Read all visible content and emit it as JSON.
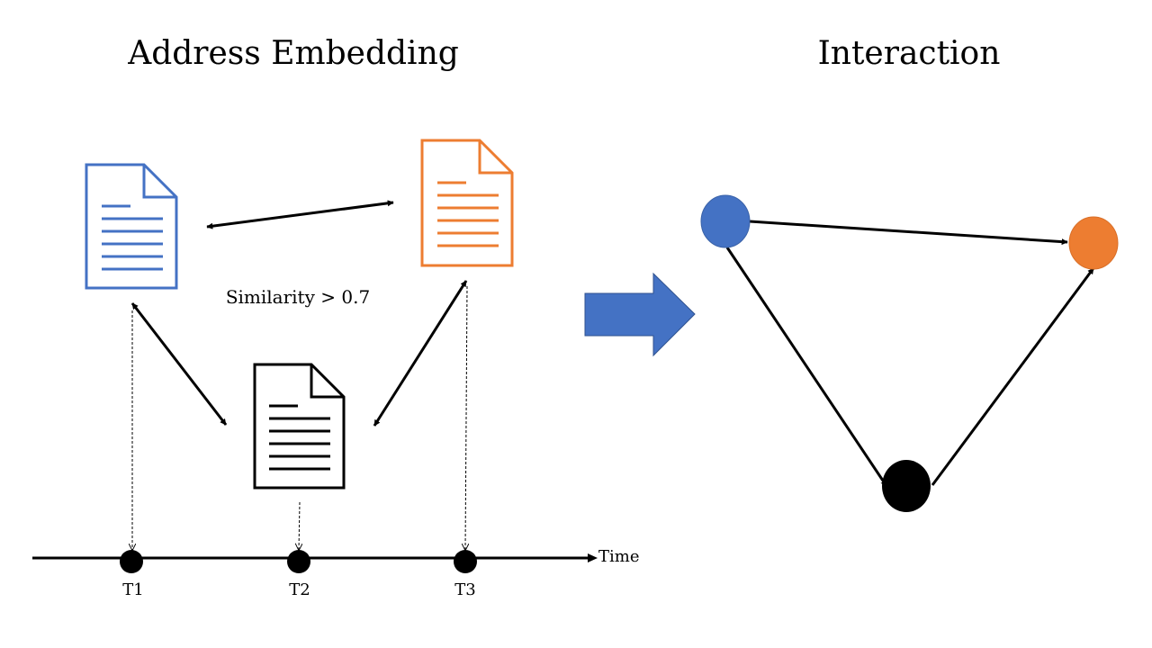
{
  "titles": {
    "left": "Address Embedding",
    "right": "Interaction"
  },
  "similarity_label": "Similarity > 0.7",
  "timeline": {
    "axis_label": "Time",
    "ticks": [
      "T1",
      "T2",
      "T3"
    ]
  },
  "colors": {
    "blue": "#4472C4",
    "orange": "#ED7D31",
    "black": "#000000",
    "arrow_fill": "#4472C4"
  },
  "icons": {
    "documents": [
      "document-icon-blue",
      "document-icon-orange",
      "document-icon-black"
    ],
    "transition_arrow": "right-arrow-icon"
  }
}
